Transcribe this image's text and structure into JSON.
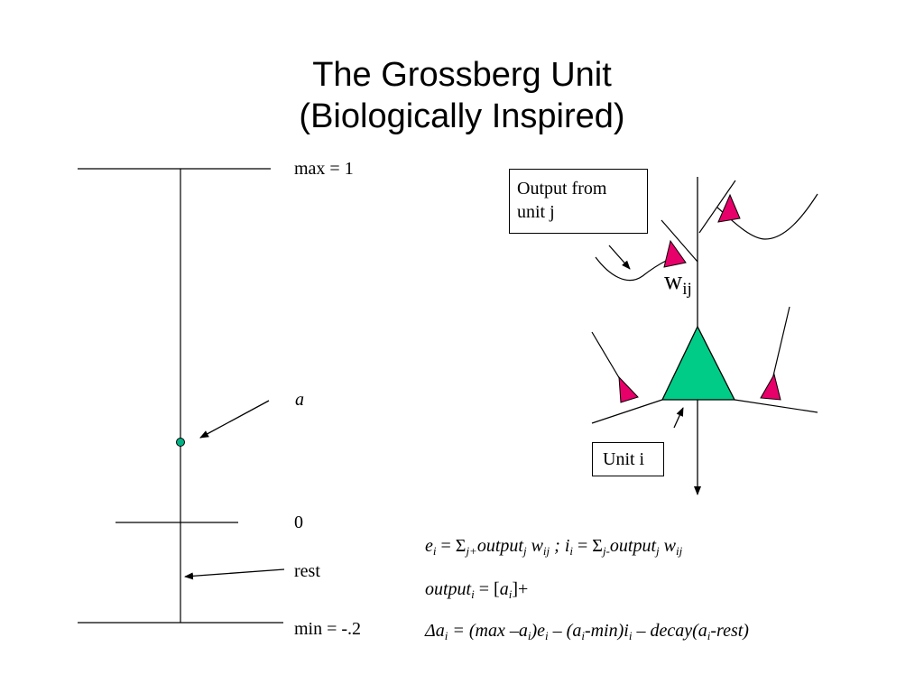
{
  "title": {
    "line1": "The Grossberg Unit",
    "line2": "(Biologically Inspired)"
  },
  "scale": {
    "max_label": "max = 1",
    "a_label": "a",
    "zero_label": "0",
    "rest_label": "rest",
    "min_label": "min = -.2",
    "max": 1,
    "min": -0.2,
    "zero": 0
  },
  "neuron": {
    "output_box_line1": "Output from",
    "output_box_line2": "unit j",
    "weight_symbol": "w",
    "weight_subscript": "ij",
    "unit_box": "Unit i"
  },
  "equations": {
    "eq1": {
      "e": "e",
      "e_sub": "i",
      "eq": " = ",
      "sigma1": "Σ",
      "s1_sub": "j+",
      "out1": "output",
      "out1_sub": "j",
      "w1": " w",
      "w1_sub": "ij",
      "sep": " ; ",
      "i": "i",
      "i_sub": "i",
      "eq2": " = ",
      "sigma2": "Σ",
      "s2_sub": "j-",
      "out2": "output",
      "out2_sub": "j",
      "w2": " w",
      "w2_sub": "ij"
    },
    "eq2": {
      "out": "output",
      "out_sub": "i",
      "eq": " = [",
      "a": "a",
      "a_sub": "i",
      "close": "]+"
    },
    "eq3": {
      "delta": "Δa",
      "d_sub": "i",
      "p1": " = (max –a",
      "p1_sub": "i",
      "p2": ")e",
      "p2_sub": "i",
      "p3": " – (a",
      "p3_sub": "i",
      "p4": "-min)i",
      "p4_sub": "i",
      "p5": " – decay(a",
      "p5_sub": "i",
      "p6": "-rest)"
    }
  },
  "colors": {
    "synapse": "#e8006a",
    "soma": "#00cc88",
    "marker": "#00b386"
  }
}
